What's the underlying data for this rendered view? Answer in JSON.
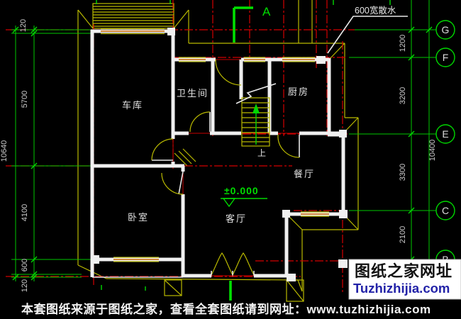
{
  "banner": {
    "text": "本套图纸来源于图纸之家，查看全套图纸请到网址：www.tuzhizhijia.com"
  },
  "watermark": {
    "title": "图纸之家网址",
    "domain": "Tuzhizhijia.com"
  },
  "labels": {
    "apron": "600宽散水",
    "section": "A",
    "level": "±0.000",
    "stairs_up": "上"
  },
  "rooms": {
    "garage": "车库",
    "bathroom": "卫生间",
    "kitchen": "厨房",
    "dining": "餐厅",
    "living": "客厅",
    "bedroom": "卧室"
  },
  "dimensions": {
    "left": [
      "120",
      "5700",
      "10640",
      "4100",
      "600",
      "120"
    ],
    "right": [
      "1200",
      "3200",
      "3300",
      "2100",
      "10400"
    ]
  },
  "grid_bubbles": [
    "G",
    "F",
    "E",
    "C",
    "B"
  ],
  "colors": {
    "background": "#000000",
    "walls": "#f0f0f0",
    "grid_lines": "#d40000",
    "dimension_lines": "#00c800",
    "fittings": "#b9b900",
    "dimension_text": "#cdcdcd",
    "watermark_domain": "#2323a8"
  }
}
